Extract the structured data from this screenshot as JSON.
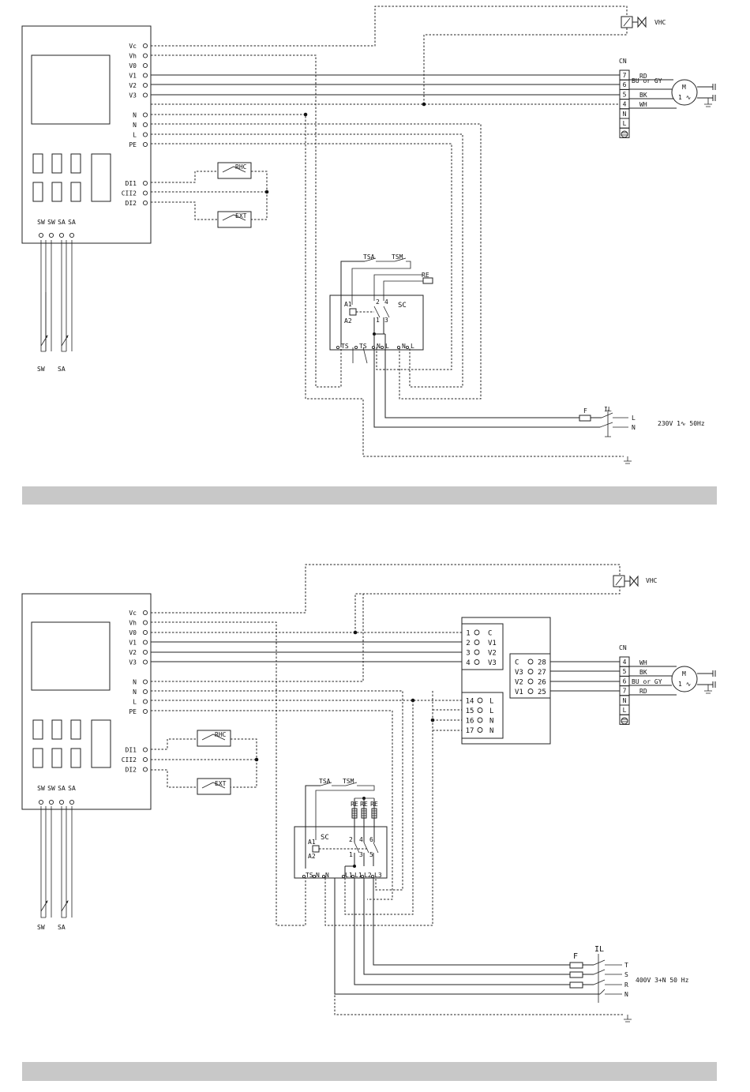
{
  "diagram1": {
    "ctrl_terminals": [
      "Vc",
      "Vh",
      "V0",
      "V1",
      "V2",
      "V3",
      "N",
      "N",
      "L",
      "PE",
      "DI1",
      "CII2",
      "DI2"
    ],
    "sensor_terminals": [
      "SW",
      "SW",
      "SA",
      "SA"
    ],
    "sensors": [
      "SW",
      "SA"
    ],
    "switches": [
      "RHC",
      "EXT"
    ],
    "valve": "VHC",
    "cn_label": "CN",
    "cn_pins": [
      "7",
      "6",
      "5",
      "4",
      "N",
      "L"
    ],
    "motor_wires": [
      "RD",
      "BU or GY",
      "BK",
      "WH"
    ],
    "motor_label": "M",
    "motor_sub": "1 ∿",
    "thermostats": [
      "TSA",
      "TSM"
    ],
    "heater": "RE",
    "contactor": {
      "name": "SC",
      "coil": [
        "A1",
        "A2"
      ],
      "contacts": [
        "2",
        "4",
        "1",
        "3"
      ],
      "terminals": [
        "TS",
        "TS",
        "N",
        "L",
        "N",
        "L"
      ]
    },
    "fuse": "F",
    "isolator": "IL",
    "supply_lines": [
      "L",
      "N"
    ],
    "supply_text": "230V  1∿  50Hz"
  },
  "diagram2": {
    "ctrl_terminals": [
      "Vc",
      "Vh",
      "V0",
      "V1",
      "V2",
      "V3",
      "N",
      "N",
      "L",
      "PE",
      "DI1",
      "CII2",
      "DI2"
    ],
    "sensor_terminals": [
      "SW",
      "SW",
      "SA",
      "SA"
    ],
    "sensors": [
      "SW",
      "SA"
    ],
    "switches": [
      "RHC",
      "EXT"
    ],
    "valve": "VHC",
    "relay_in": [
      {
        "num": "1",
        "sig": "C"
      },
      {
        "num": "2",
        "sig": "V1"
      },
      {
        "num": "3",
        "sig": "V2"
      },
      {
        "num": "4",
        "sig": "V3"
      }
    ],
    "relay_out": [
      {
        "sig": "C",
        "num": "28"
      },
      {
        "sig": "V3",
        "num": "27"
      },
      {
        "sig": "V2",
        "num": "26"
      },
      {
        "sig": "V1",
        "num": "25"
      }
    ],
    "relay_pwr": [
      {
        "num": "14",
        "sig": "L"
      },
      {
        "num": "15",
        "sig": "L"
      },
      {
        "num": "16",
        "sig": "N"
      },
      {
        "num": "17",
        "sig": "N"
      }
    ],
    "cn_label": "CN",
    "cn_pins": [
      "4",
      "5",
      "6",
      "7",
      "N",
      "L"
    ],
    "motor_wires": [
      "WH",
      "BK",
      "BU or GY",
      "RD"
    ],
    "motor_label": "M",
    "motor_sub": "1 ∿",
    "thermostats": [
      "TSA",
      "TSM"
    ],
    "heaters": [
      "RE",
      "RE",
      "RE"
    ],
    "contactor": {
      "name": "SC",
      "coil": [
        "A1",
        "A2"
      ],
      "contacts": [
        "2",
        "4",
        "6",
        "1",
        "3",
        "5"
      ],
      "terminals": [
        "TS",
        "N",
        "N",
        "L1",
        "L1",
        "L2",
        "L3"
      ]
    },
    "fuse": "F",
    "isolator": "IL",
    "supply_lines": [
      "T",
      "S",
      "R",
      "N"
    ],
    "supply_text": "400V  3+N  50 Hz"
  }
}
